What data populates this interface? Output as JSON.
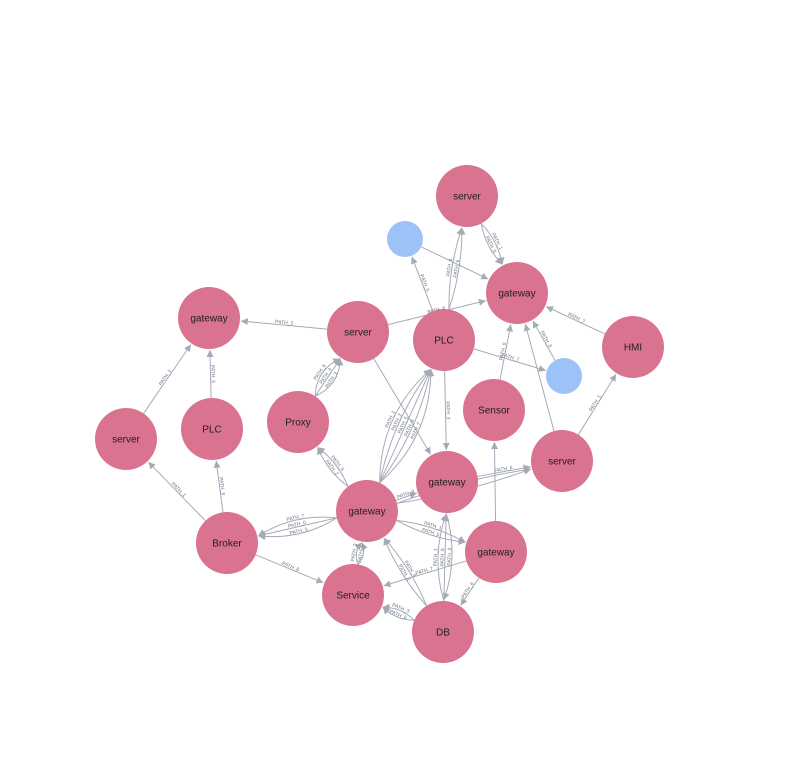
{
  "colors": {
    "node_primary": "#d9738f",
    "node_secondary": "#9cc2f7",
    "edge": "#a5abb6",
    "edge_label": "#6b7280",
    "background": "#ffffff"
  },
  "graph": {
    "nodes": [
      {
        "id": "n_server_top",
        "label": "server",
        "color": "#d9738f"
      },
      {
        "id": "n_blue_1",
        "label": "",
        "color": "#9cc2f7"
      },
      {
        "id": "n_gateway_top",
        "label": "gateway",
        "color": "#d9738f"
      },
      {
        "id": "n_gateway_left",
        "label": "gateway",
        "color": "#d9738f"
      },
      {
        "id": "n_server_mid",
        "label": "server",
        "color": "#d9738f"
      },
      {
        "id": "n_plc_top",
        "label": "PLC",
        "color": "#d9738f"
      },
      {
        "id": "n_hmi",
        "label": "HMI",
        "color": "#d9738f"
      },
      {
        "id": "n_blue_2",
        "label": "",
        "color": "#9cc2f7"
      },
      {
        "id": "n_server_left",
        "label": "server",
        "color": "#d9738f"
      },
      {
        "id": "n_plc_left",
        "label": "PLC",
        "color": "#d9738f"
      },
      {
        "id": "n_proxy",
        "label": "Proxy",
        "color": "#d9738f"
      },
      {
        "id": "n_sensor",
        "label": "Sensor",
        "color": "#d9738f"
      },
      {
        "id": "n_server_right",
        "label": "server",
        "color": "#d9738f"
      },
      {
        "id": "n_gateway_center",
        "label": "gateway",
        "color": "#d9738f"
      },
      {
        "id": "n_gateway_hub",
        "label": "gateway",
        "color": "#d9738f"
      },
      {
        "id": "n_broker",
        "label": "Broker",
        "color": "#d9738f"
      },
      {
        "id": "n_gateway_low",
        "label": "gateway",
        "color": "#d9738f"
      },
      {
        "id": "n_service",
        "label": "Service",
        "color": "#d9738f"
      },
      {
        "id": "n_db",
        "label": "DB",
        "color": "#d9738f"
      }
    ],
    "edges": [
      {
        "source": "n_server_top",
        "target": "n_gateway_top",
        "label": "PATH_0"
      },
      {
        "source": "n_server_top",
        "target": "n_gateway_top",
        "label": "PATH_1"
      },
      {
        "source": "n_blue_1",
        "target": "n_gateway_top",
        "label": ""
      },
      {
        "source": "n_plc_top",
        "target": "n_blue_1",
        "label": "PATH_5"
      },
      {
        "source": "n_plc_top",
        "target": "n_server_top",
        "label": "PATH_4"
      },
      {
        "source": "n_plc_top",
        "target": "n_server_top",
        "label": "PATH_6"
      },
      {
        "source": "n_server_mid",
        "target": "n_gateway_top",
        "label": "PATH_8"
      },
      {
        "source": "n_hmi",
        "target": "n_gateway_top",
        "label": "PATH_7"
      },
      {
        "source": "n_blue_2",
        "target": "n_gateway_top",
        "label": "PATH_8"
      },
      {
        "source": "n_plc_top",
        "target": "n_blue_2",
        "label": "PATH_7"
      },
      {
        "source": "n_server_mid",
        "target": "n_gateway_left",
        "label": "PATH_2"
      },
      {
        "source": "n_server_left",
        "target": "n_gateway_left",
        "label": "PATH_1"
      },
      {
        "source": "n_plc_left",
        "target": "n_gateway_left",
        "label": "PATH_5"
      },
      {
        "source": "n_proxy",
        "target": "n_server_mid",
        "label": "PATH_6"
      },
      {
        "source": "n_proxy",
        "target": "n_server_mid",
        "label": "PATH_4"
      },
      {
        "source": "n_proxy",
        "target": "n_server_mid",
        "label": "PATH_3"
      },
      {
        "source": "n_sensor",
        "target": "n_gateway_top",
        "label": "PATH_0"
      },
      {
        "source": "n_server_right",
        "target": "n_gateway_top",
        "label": ""
      },
      {
        "source": "n_server_right",
        "target": "n_hmi",
        "label": "PATH_1"
      },
      {
        "source": "n_plc_top",
        "target": "n_gateway_center",
        "label": "PATH_3"
      },
      {
        "source": "n_server_mid",
        "target": "n_gateway_center",
        "label": ""
      },
      {
        "source": "n_gateway_hub",
        "target": "n_plc_top",
        "label": "PATH_1"
      },
      {
        "source": "n_gateway_hub",
        "target": "n_plc_top",
        "label": "PATH_2"
      },
      {
        "source": "n_gateway_hub",
        "target": "n_plc_top",
        "label": "PATH_5"
      },
      {
        "source": "n_gateway_hub",
        "target": "n_plc_top",
        "label": "PATH_6"
      },
      {
        "source": "n_gateway_hub",
        "target": "n_plc_top",
        "label": "PATH_7"
      },
      {
        "source": "n_gateway_hub",
        "target": "n_proxy",
        "label": "PATH_2"
      },
      {
        "source": "n_gateway_hub",
        "target": "n_proxy",
        "label": "PATH_6"
      },
      {
        "source": "n_gateway_hub",
        "target": "n_gateway_center",
        "label": "PATH_8"
      },
      {
        "source": "n_gateway_hub",
        "target": "n_server_right",
        "label": "PATH_2"
      },
      {
        "source": "n_gateway_hub",
        "target": "n_server_right",
        "label": "PATH_4"
      },
      {
        "source": "n_gateway_center",
        "target": "n_server_right",
        "label": "PATH_6"
      },
      {
        "source": "n_gateway_hub",
        "target": "n_broker",
        "label": "PATH_7"
      },
      {
        "source": "n_gateway_hub",
        "target": "n_broker",
        "label": "PATH_0"
      },
      {
        "source": "n_gateway_hub",
        "target": "n_broker",
        "label": "PATH_3"
      },
      {
        "source": "n_broker",
        "target": "n_server_left",
        "label": "PATH_1"
      },
      {
        "source": "n_broker",
        "target": "n_plc_left",
        "label": "PATH_8"
      },
      {
        "source": "n_broker",
        "target": "n_service",
        "label": "PATH_8"
      },
      {
        "source": "n_gateway_low",
        "target": "n_sensor",
        "label": ""
      },
      {
        "source": "n_gateway_hub",
        "target": "n_gateway_low",
        "label": "PATH_1"
      },
      {
        "source": "n_gateway_hub",
        "target": "n_gateway_low",
        "label": "PATH_5"
      },
      {
        "source": "n_gateway_low",
        "target": "n_service",
        "label": "PATH_7"
      },
      {
        "source": "n_gateway_low",
        "target": "n_db",
        "label": "PATH_6"
      },
      {
        "source": "n_service",
        "target": "n_gateway_hub",
        "label": "PATH_5"
      },
      {
        "source": "n_service",
        "target": "n_gateway_hub",
        "label": "PATH_3"
      },
      {
        "source": "n_db",
        "target": "n_gateway_hub",
        "label": "PATH_2"
      },
      {
        "source": "n_db",
        "target": "n_gateway_hub",
        "label": "PATH_4"
      },
      {
        "source": "n_db",
        "target": "n_gateway_center",
        "label": "PATH_1"
      },
      {
        "source": "n_db",
        "target": "n_gateway_center",
        "label": "PATH_8"
      },
      {
        "source": "n_gateway_center",
        "target": "n_db",
        "label": "PATH_0"
      },
      {
        "source": "n_db",
        "target": "n_service",
        "label": "PATH_6"
      },
      {
        "source": "n_db",
        "target": "n_service",
        "label": "PATH_3"
      }
    ]
  }
}
